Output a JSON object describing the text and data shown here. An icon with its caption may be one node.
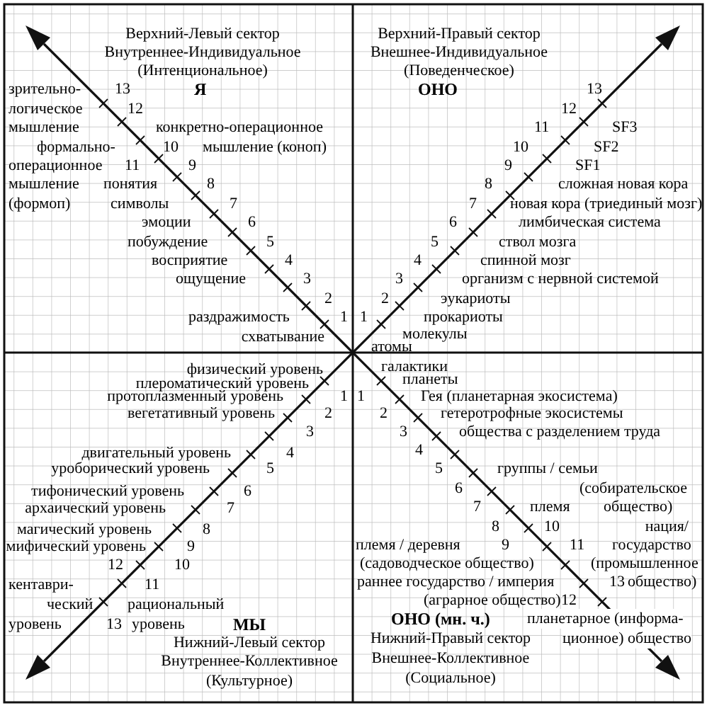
{
  "diagram": {
    "labels": [
      "Верхний-Левый сектор",
      "Внутреннее-Индивидуальное",
      "(Интенциональное)",
      "зрительно-",
      "13",
      "Я",
      "логическое",
      "12",
      "мышление",
      "конкретно-операционное",
      "формально-",
      "10",
      "мышление (коноп)",
      "операционное",
      "11",
      "9",
      "мышление",
      "понятия",
      "8",
      "(формоп)",
      "символы",
      "7",
      "эмоции",
      "6",
      "побуждение",
      "5",
      "восприятие",
      "4",
      "ощущение",
      "3",
      "2",
      "раздражимость",
      "1",
      "схватывание",
      "Верхний-Правый сектор",
      "Внешнее-Индивидуальное",
      "(Поведенческое)",
      "ОНО",
      "13",
      "12",
      "11",
      "SF3",
      "10",
      "SF2",
      "9",
      "SF1",
      "8",
      "сложная новая кора",
      "7",
      "новая кора (триединый мозг)",
      "6",
      "лимбическая система",
      "5",
      "ствол мозга",
      "4",
      "спинной мозг",
      "3",
      "организм с нервной системой",
      "2",
      "эукариоты",
      "1",
      "прокариоты",
      "молекулы",
      "атомы",
      "физический уровень",
      "плероматический уровень",
      "протоплазменный уровень",
      "1",
      "вегетативный уровень",
      "2",
      "3",
      "двигательный уровень",
      "4",
      "уроборический уровень",
      "5",
      "тифонический уровень",
      "6",
      "архаический уровень",
      "7",
      "магический уровень",
      "8",
      "мифический уровень",
      "9",
      "12",
      "10",
      "кентаври-",
      "11",
      "ческий",
      "рациональный",
      "уровень",
      "13",
      "уровень",
      "МЫ",
      "Нижний-Левый сектор",
      "Внутреннее-Коллективное",
      "(Культурное)",
      "галактики",
      "планеты",
      "1",
      "Гея (планетарная экосистема)",
      "2",
      "гетеротрофные экосистемы",
      "3",
      "общества с разделением труда",
      "4",
      "5",
      "группы / семьи",
      "6",
      "(собирательское",
      "7",
      "племя",
      "общество)",
      "8",
      "10",
      "нация/",
      "племя / деревня",
      "9",
      "11",
      "государство",
      "(садоводческое общество)",
      "(промышленное",
      "раннее государство / империя",
      "13",
      "общество)",
      "(аграрное общество)",
      "12",
      "ОНО (мн. ч.)",
      "планетарное (информа-",
      "Нижний-Правый сектор",
      "ционное) общество",
      "Внешнее-Коллективное",
      "(Социальное)"
    ]
  }
}
